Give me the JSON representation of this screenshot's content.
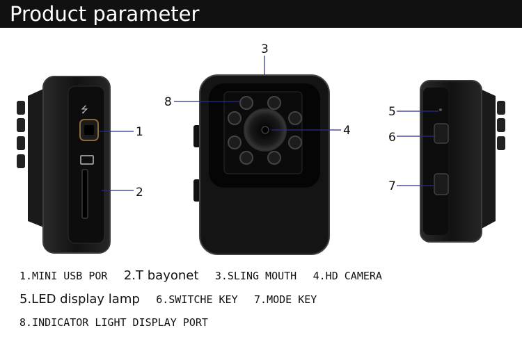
{
  "header": {
    "title": "Product parameter"
  },
  "callouts": {
    "n1": "1",
    "n2": "2",
    "n3": "3",
    "n4": "4",
    "n5": "5",
    "n6": "6",
    "n7": "7",
    "n8": "8"
  },
  "legend": {
    "row1": [
      "1.MINI USB POR",
      "2.T bayonet",
      "3.SLING MOUTH",
      "4.HD CAMERA"
    ],
    "row2": [
      "5.LED display lamp",
      "6.SWITCHE KEY",
      "7.MODE KEY"
    ],
    "row3": [
      "8.INDICATOR LIGHT DISPLAY PORT"
    ]
  },
  "colors": {
    "header_bg": "#111111",
    "device_body": "#141414",
    "device_edge": "#3a3a3a"
  }
}
